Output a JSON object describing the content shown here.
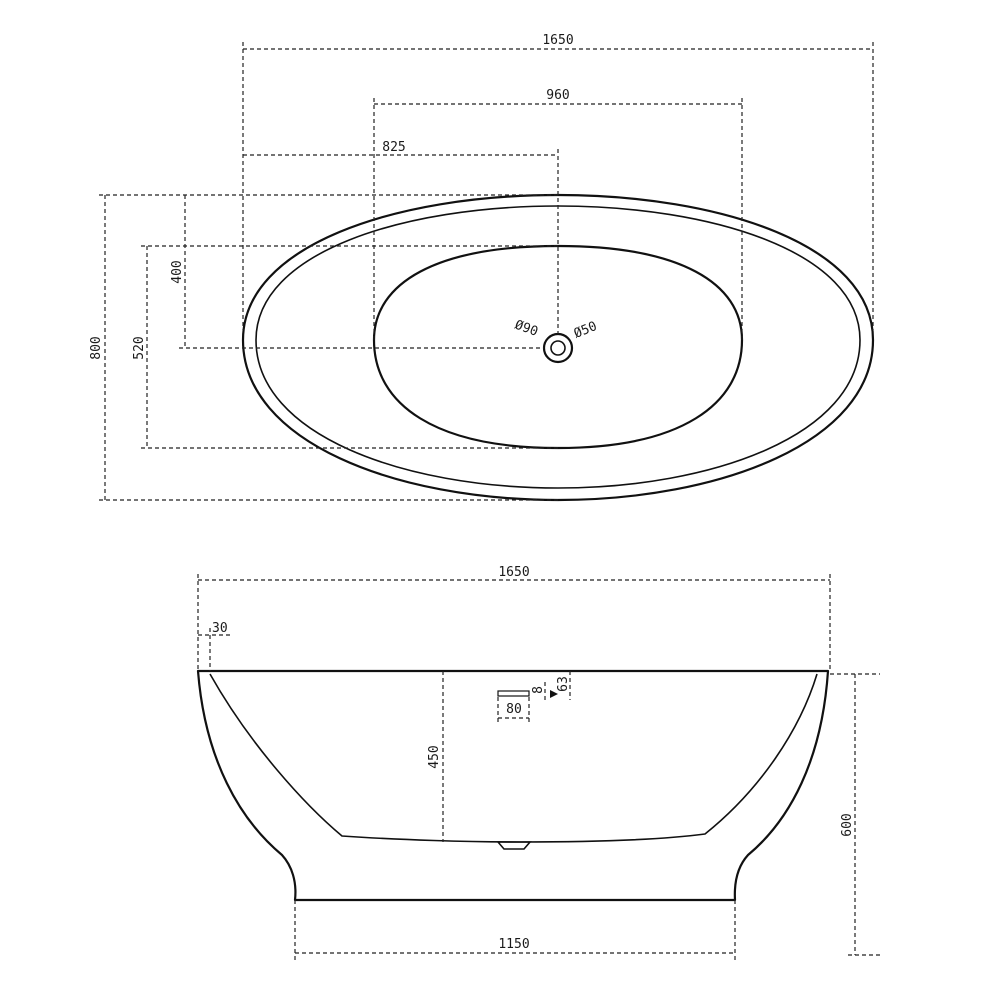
{
  "top_view": {
    "overall_length": "1650",
    "basin_length": "960",
    "drain_offset": "825",
    "overall_width": "800",
    "basin_width": "520",
    "drain_center_width": "400",
    "drain_outer_diameter": "Ø90",
    "drain_inner_diameter": "Ø50"
  },
  "side_view": {
    "overall_length": "1650",
    "rim_thickness": "30",
    "interior_depth": "450",
    "overflow_width": "80",
    "overflow_height": "8",
    "overflow_offset": "63",
    "overall_height": "600",
    "base_length": "1150"
  }
}
